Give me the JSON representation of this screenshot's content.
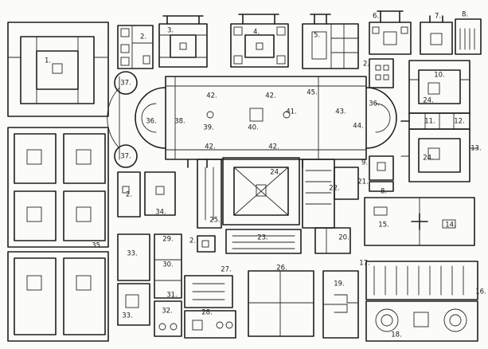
{
  "plan": {
    "labels": [
      {
        "id": "l1",
        "text": "1."
      },
      {
        "id": "l2a",
        "text": "2."
      },
      {
        "id": "l3",
        "text": "3."
      },
      {
        "id": "l4",
        "text": "4."
      },
      {
        "id": "l5",
        "text": "5."
      },
      {
        "id": "l6",
        "text": "6."
      },
      {
        "id": "l7",
        "text": "7."
      },
      {
        "id": "l8a",
        "text": "8."
      },
      {
        "id": "l2b",
        "text": "2."
      },
      {
        "id": "l10",
        "text": "10."
      },
      {
        "id": "l11",
        "text": "11."
      },
      {
        "id": "l12",
        "text": "12."
      },
      {
        "id": "l13",
        "text": "13."
      },
      {
        "id": "l9",
        "text": "9."
      },
      {
        "id": "l8b",
        "text": "8."
      },
      {
        "id": "l21",
        "text": "21."
      },
      {
        "id": "l22",
        "text": "22."
      },
      {
        "id": "l15",
        "text": "15."
      },
      {
        "id": "l14",
        "text": "14."
      },
      {
        "id": "l17",
        "text": "17."
      },
      {
        "id": "l16",
        "text": "16."
      },
      {
        "id": "l18",
        "text": "18."
      },
      {
        "id": "l19",
        "text": "19."
      },
      {
        "id": "l20",
        "text": "20."
      },
      {
        "id": "l23",
        "text": "23."
      },
      {
        "id": "l24",
        "text": "24."
      },
      {
        "id": "l25",
        "text": "25."
      },
      {
        "id": "l26",
        "text": "26."
      },
      {
        "id": "l27",
        "text": "27."
      },
      {
        "id": "l28",
        "text": "28."
      },
      {
        "id": "l29",
        "text": "29."
      },
      {
        "id": "l30",
        "text": "30."
      },
      {
        "id": "l31",
        "text": "31."
      },
      {
        "id": "l32",
        "text": "32."
      },
      {
        "id": "l33a",
        "text": "33."
      },
      {
        "id": "l33b",
        "text": "33."
      },
      {
        "id": "l34",
        "text": "34."
      },
      {
        "id": "l35",
        "text": "35."
      },
      {
        "id": "l2c",
        "text": "2."
      },
      {
        "id": "l2d",
        "text": "2."
      },
      {
        "id": "l36a",
        "text": "36."
      },
      {
        "id": "l36b",
        "text": "36."
      },
      {
        "id": "l37a",
        "text": "37."
      },
      {
        "id": "l37b",
        "text": "37."
      },
      {
        "id": "l38",
        "text": "38."
      },
      {
        "id": "l39",
        "text": "39."
      },
      {
        "id": "l40",
        "text": "40."
      },
      {
        "id": "l41",
        "text": "41."
      },
      {
        "id": "l42a",
        "text": "42."
      },
      {
        "id": "l42b",
        "text": "42."
      },
      {
        "id": "l42c",
        "text": "42."
      },
      {
        "id": "l42d",
        "text": "42."
      },
      {
        "id": "l43",
        "text": "43."
      },
      {
        "id": "l44",
        "text": "44."
      },
      {
        "id": "l45",
        "text": "45."
      },
      {
        "id": "l24b",
        "text": "24."
      },
      {
        "id": "l24c",
        "text": "24."
      }
    ]
  }
}
